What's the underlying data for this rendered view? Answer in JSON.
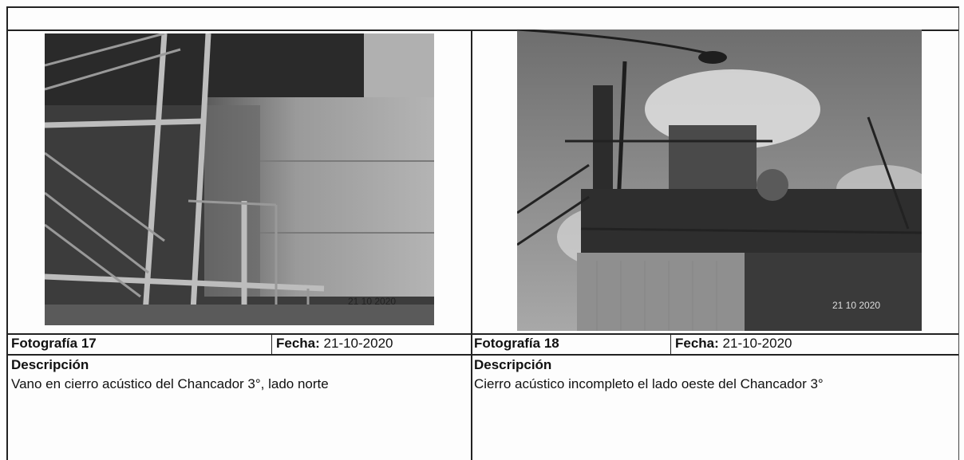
{
  "photos": [
    {
      "photo_label": "Fotografía 17",
      "date_label": "Fecha:",
      "date_value": "21-10-2020",
      "description_heading": "Descripción",
      "description_text": "Vano en cierro acústico del Chancador 3°, lado norte",
      "stamp": "21 10 2020"
    },
    {
      "photo_label": "Fotografía 18",
      "date_label": "Fecha:",
      "date_value": "21-10-2020",
      "description_heading": "Descripción",
      "description_text": "Cierro acústico incompleto el lado oeste del Chancador 3°",
      "stamp": "21 10 2020"
    }
  ]
}
